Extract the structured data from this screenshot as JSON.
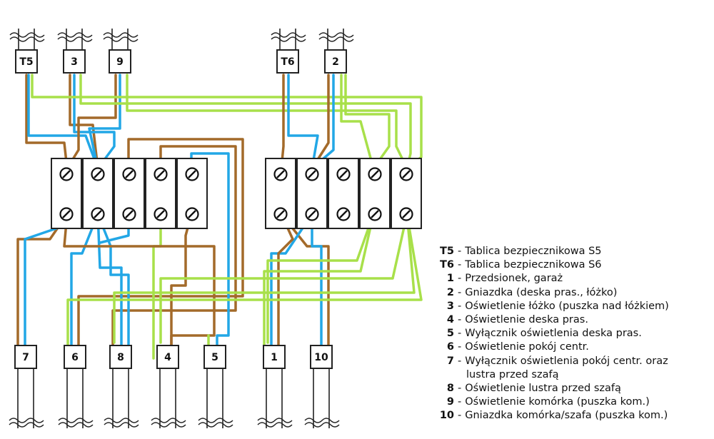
{
  "diagram": {
    "top_cables": [
      {
        "id": "T5",
        "label": "T5"
      },
      {
        "id": "3",
        "label": "3"
      },
      {
        "id": "9",
        "label": "9"
      },
      {
        "id": "T6",
        "label": "T6"
      },
      {
        "id": "2",
        "label": "2"
      }
    ],
    "bottom_cables": [
      {
        "id": "7",
        "label": "7"
      },
      {
        "id": "6",
        "label": "6"
      },
      {
        "id": "8",
        "label": "8"
      },
      {
        "id": "4",
        "label": "4"
      },
      {
        "id": "5",
        "label": "5"
      },
      {
        "id": "1",
        "label": "1"
      },
      {
        "id": "10",
        "label": "10"
      }
    ],
    "wire_colors": {
      "brown": "#a36a2a",
      "blue": "#22a7e6",
      "green": "#a8e04a"
    }
  },
  "legend": [
    {
      "key": "T5",
      "text": "Tablica bezpiecznikowa S5"
    },
    {
      "key": "T6",
      "text": "Tablica bezpiecznikowa S6"
    },
    {
      "key": "1",
      "text": "Przedsionek, garaż"
    },
    {
      "key": "2",
      "text": "Gniazdka (deska pras., łóżko)"
    },
    {
      "key": "3",
      "text": "Oświetlenie łóżko (puszka nad łóżkiem)"
    },
    {
      "key": "4",
      "text": "Oświetlenie deska pras."
    },
    {
      "key": "5",
      "text": "Wyłącznik oświetlenia deska pras."
    },
    {
      "key": "6",
      "text": "Oświetlenie pokój centr."
    },
    {
      "key": "7",
      "text": "Wyłącznik oświetlenia pokój centr. oraz",
      "cont": "lustra przed szafą"
    },
    {
      "key": "8",
      "text": "Oświetlenie lustra przed szafą"
    },
    {
      "key": "9",
      "text": "Oświetlenie komórka (puszka kom.)"
    },
    {
      "key": "10",
      "text": "Gniazdka komórka/szafa (puszka kom.)"
    }
  ]
}
